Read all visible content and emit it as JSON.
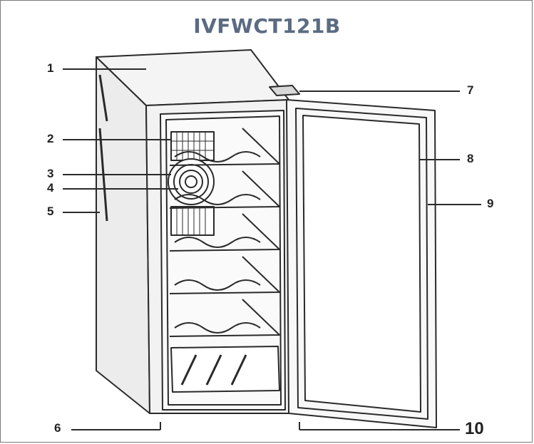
{
  "title": "IVFWCT121B",
  "callouts": [
    {
      "id": "1",
      "label": "1"
    },
    {
      "id": "2",
      "label": "2"
    },
    {
      "id": "3",
      "label": "3"
    },
    {
      "id": "4",
      "label": "4"
    },
    {
      "id": "5",
      "label": "5"
    },
    {
      "id": "6",
      "label": "6"
    },
    {
      "id": "7",
      "label": "7"
    },
    {
      "id": "8",
      "label": "8"
    },
    {
      "id": "9",
      "label": "9"
    },
    {
      "id": "10",
      "label": "10"
    }
  ]
}
